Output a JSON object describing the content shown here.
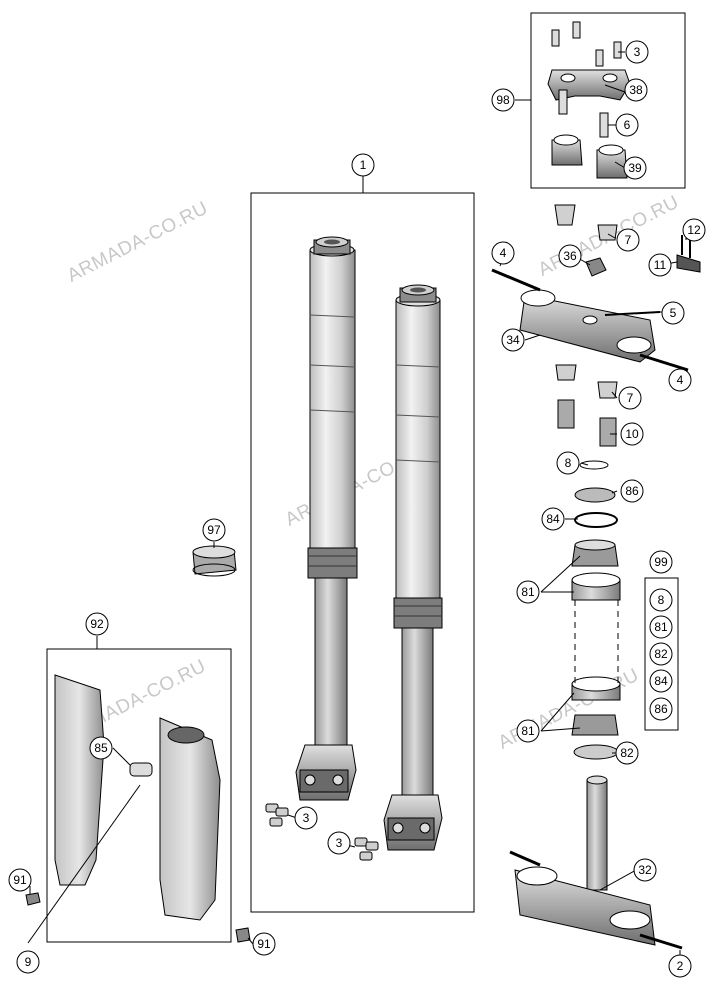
{
  "watermark": "ARMADA-CO.RU",
  "callouts": {
    "c1": "1",
    "c2": "2",
    "c3a": "3",
    "c3b": "3",
    "c3c": "3",
    "c4a": "4",
    "c4b": "4",
    "c5": "5",
    "c6": "6",
    "c7a": "7",
    "c7b": "7",
    "c8": "8",
    "c9": "9",
    "c10": "10",
    "c11": "11",
    "c12": "12",
    "c32": "32",
    "c34": "34",
    "c36": "36",
    "c38": "38",
    "c39": "39",
    "c81a": "81",
    "c81b": "81",
    "c82": "82",
    "c84": "84",
    "c85": "85",
    "c86": "86",
    "c91a": "91",
    "c91b": "91",
    "c92": "92",
    "c97": "97",
    "c98": "98"
  },
  "kit_99": {
    "label": "99",
    "items": [
      "8",
      "81",
      "82",
      "84",
      "86"
    ]
  }
}
